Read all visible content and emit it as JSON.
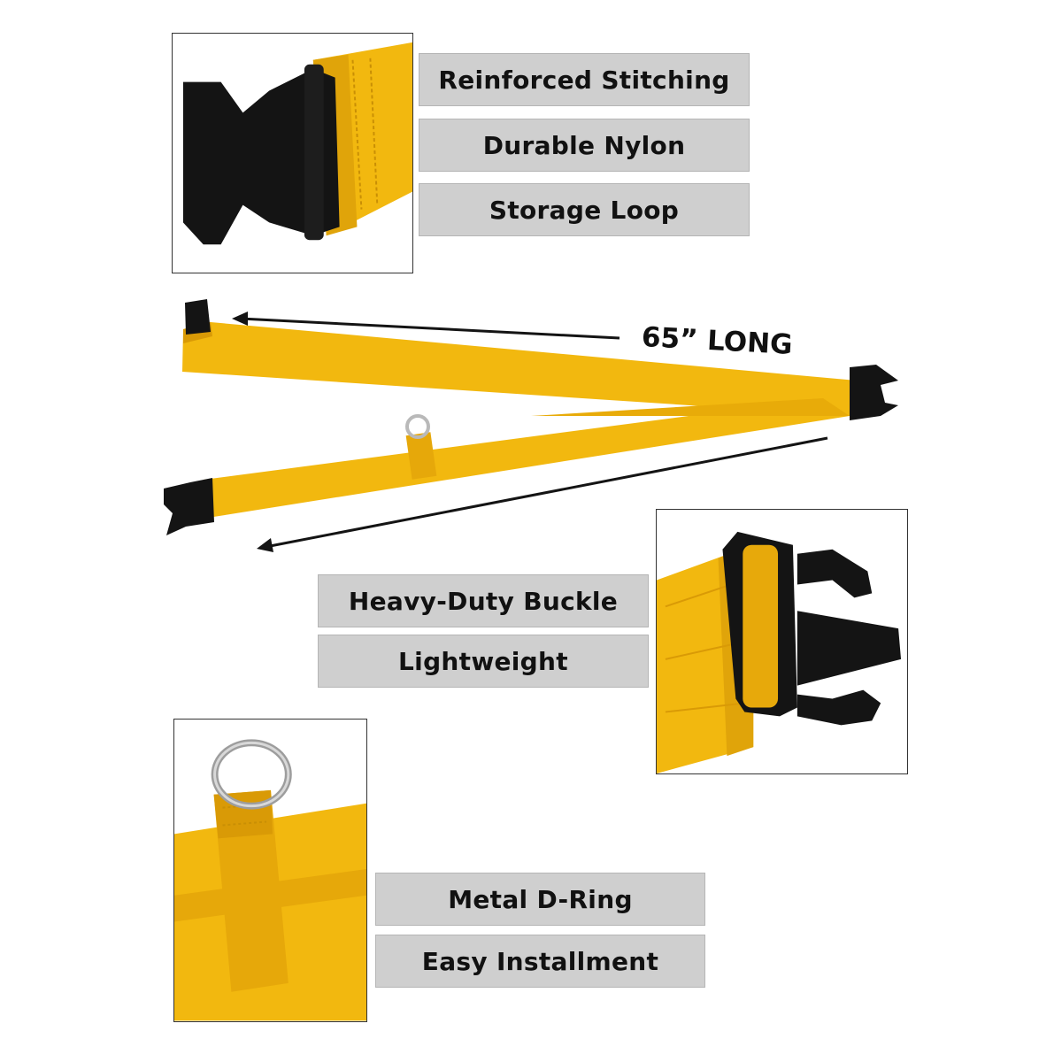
{
  "features": {
    "reinforced_stitching": "Reinforced Stitching",
    "durable_nylon": "Durable Nylon",
    "storage_loop": "Storage Loop",
    "heavy_duty_buckle": "Heavy-Duty Buckle",
    "lightweight": "Lightweight",
    "metal_d_ring": "Metal D-Ring",
    "easy_installment": "Easy Installment"
  },
  "length_label": "65” LONG",
  "colors": {
    "strap_yellow": "#f2b80f",
    "strap_shadow": "#d99a06",
    "buckle_black": "#141414",
    "label_gray": "#cfcfcf",
    "ring_silver": "#b9b9b9"
  },
  "icons": {
    "top_photo": "buckle-closeup-photo",
    "right_photo": "buckle-side-photo",
    "bottom_photo": "d-ring-closeup-photo",
    "arrows": "length-arrow-icon"
  }
}
